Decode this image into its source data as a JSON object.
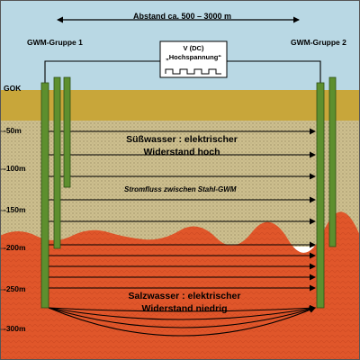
{
  "header": {
    "distance_label": "Abstand ca. 500 – 3000 m"
  },
  "groups": {
    "left": "GWM-Gruppe 1",
    "right": "GWM-Gruppe 2"
  },
  "voltage_box": {
    "line1": "V (DC)",
    "line2": "„Hochspannung“"
  },
  "surface_label": "GOK",
  "depth_labels": [
    "-50m",
    "-100m",
    "-150m",
    "-200m",
    "-250m",
    "-300m"
  ],
  "freshwater": {
    "line1": "Süßwasser : elektrischer",
    "line2": "Widerstand hoch"
  },
  "current_label": "Stromfluss zwischen Stahl-GWM",
  "saltwater": {
    "line1": "Salzwasser : elektrischer",
    "line2": "Widerstand niedrig"
  },
  "colors": {
    "sky": "#b9d8e4",
    "soil_top": "#c8a63a",
    "freshwater_layer": "#cdbf8e",
    "saltwater_layer": "#e0562a",
    "well_pipe": "#5d8f2e"
  }
}
